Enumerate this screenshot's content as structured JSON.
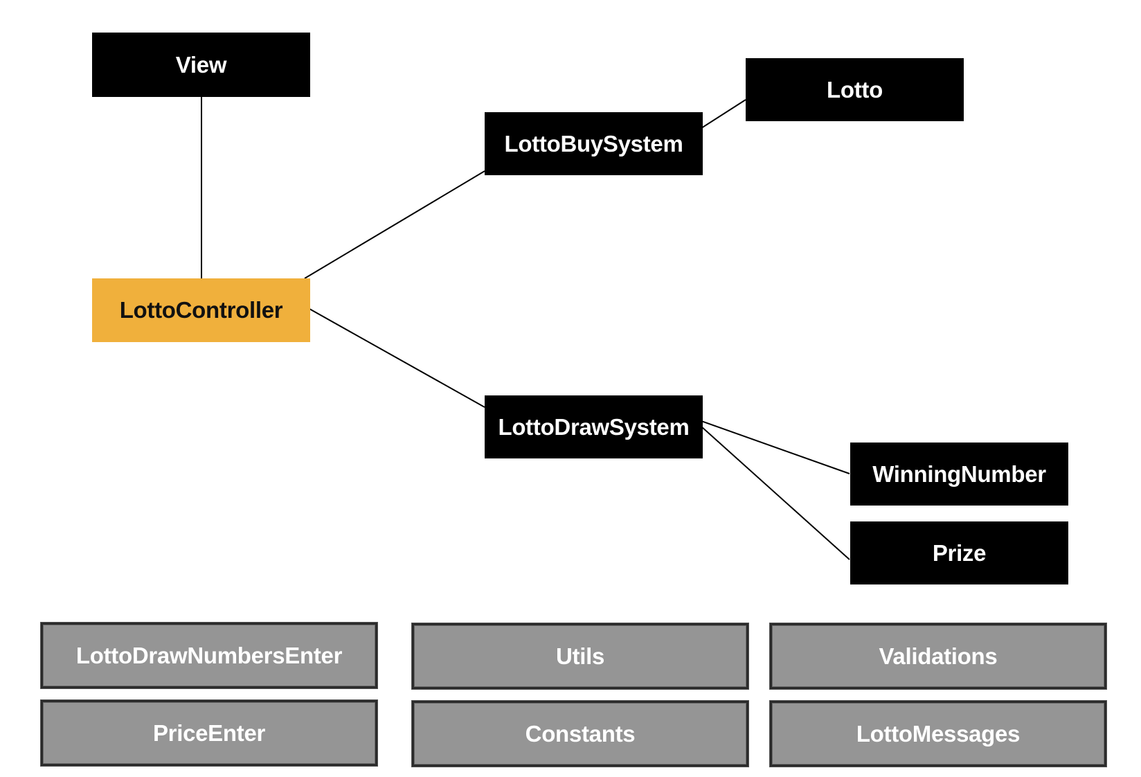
{
  "nodes": {
    "view": "View",
    "lotto": "Lotto",
    "lotto_buy_system": "LottoBuySystem",
    "lotto_controller": "LottoController",
    "lotto_draw_system": "LottoDrawSystem",
    "winning_number": "WinningNumber",
    "prize": "Prize"
  },
  "utilities": {
    "lotto_draw_numbers_enter": "LottoDrawNumbersEnter",
    "utils": "Utils",
    "validations": "Validations",
    "price_enter": "PriceEnter",
    "constants": "Constants",
    "lotto_messages": "LottoMessages"
  },
  "colors": {
    "node_fill": "#000000",
    "controller_fill": "#f0b03c",
    "utility_fill": "#959595",
    "connector": "#000000"
  }
}
